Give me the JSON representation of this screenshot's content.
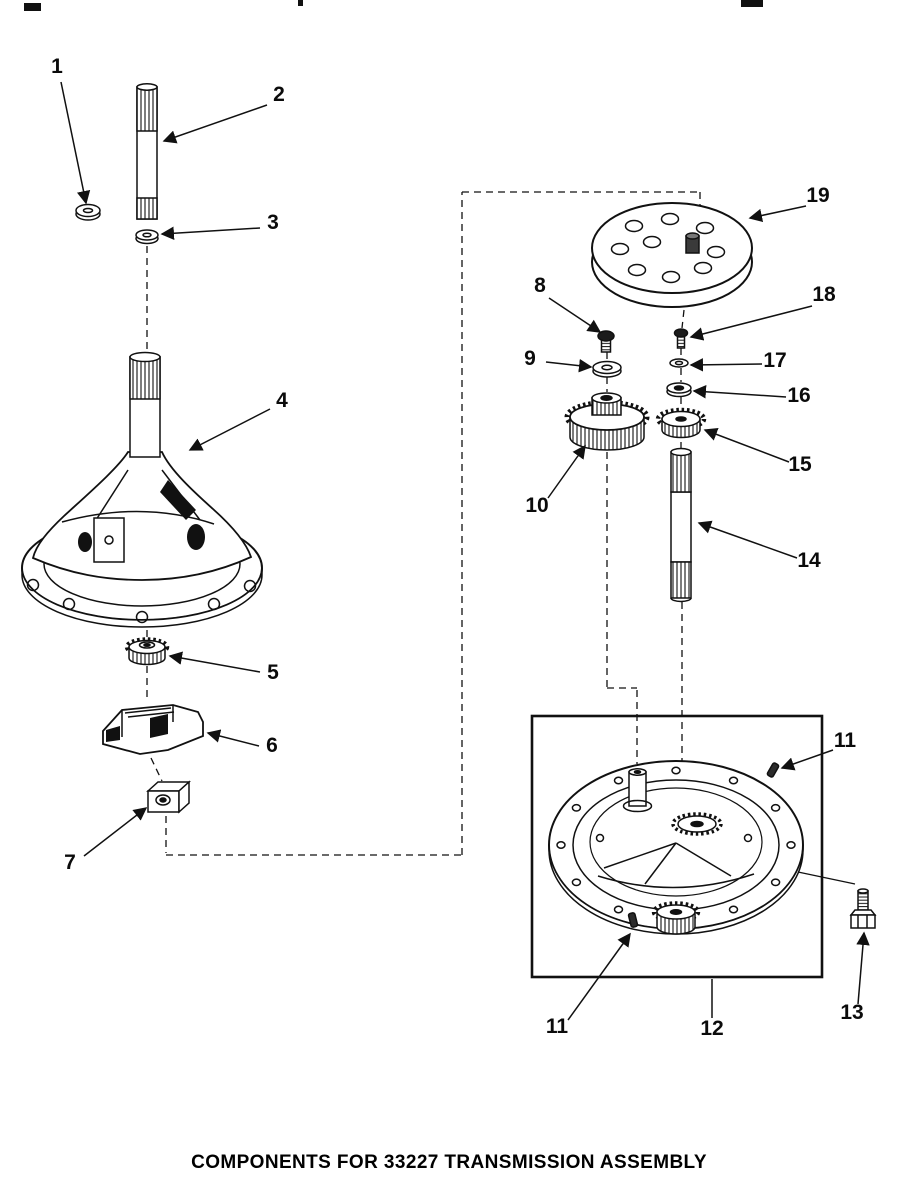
{
  "page": {
    "title": "COMPONENTS FOR 33227 TRANSMISSION ASSEMBLY"
  },
  "callouts": {
    "n1": "1",
    "n2": "2",
    "n3": "3",
    "n4": "4",
    "n5": "5",
    "n6": "6",
    "n7": "7",
    "n8": "8",
    "n9": "9",
    "n10": "10",
    "n11a": "11",
    "n11b": "11",
    "n12": "12",
    "n13": "13",
    "n14": "14",
    "n15": "15",
    "n16": "16",
    "n17": "17",
    "n18": "18",
    "n19": "19"
  }
}
